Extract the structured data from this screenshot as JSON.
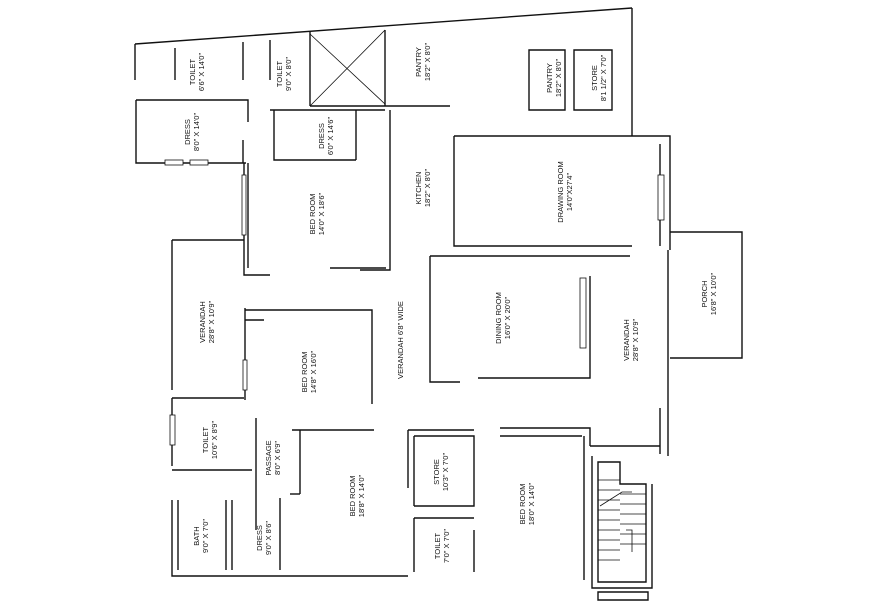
{
  "rooms": {
    "toilet_top_left": {
      "name": "TOILET",
      "size": "6'6\" X 14'0\""
    },
    "toilet_top_mid": {
      "name": "TOILET",
      "size": "9'0\" X 8'0\""
    },
    "pantry_top": {
      "name": "PANTRY",
      "size": "18'2\" X 8'0\""
    },
    "pantry_right": {
      "name": "PANTRY",
      "size": "18'2\" X 8'0\""
    },
    "store_top_right": {
      "name": "STORE",
      "size": "8'1 1/2\" X 7'0\""
    },
    "dress_top_left": {
      "name": "DRESS",
      "size": "8'0\" X 14'0\""
    },
    "dress_top_mid": {
      "name": "DRESS",
      "size": "6'0\" X 14'6\""
    },
    "kitchen": {
      "name": "KITCHEN",
      "size": "18'2\" X 8'0\""
    },
    "drawing_room": {
      "name": "DRAWING ROOM",
      "size": "14'0\"X27'4\""
    },
    "bed_room_top": {
      "name": "BED ROOM",
      "size": "14'0\" X 18'6\""
    },
    "verandah_left": {
      "name": "VERANDAH",
      "size": "28'8\" X 10'9\""
    },
    "verandah_center": {
      "name": "VERANDAH 6'8\" WIDE",
      "size": ""
    },
    "porch": {
      "name": "PORCH",
      "size": "16'8\" X 10'0\""
    },
    "dining_room": {
      "name": "DINING ROOM",
      "size": "16'0\" X 20'0\""
    },
    "verandah_right": {
      "name": "VERANDAH",
      "size": "28'8\" X 10'9\""
    },
    "bed_room_mid": {
      "name": "BED ROOM",
      "size": "14'8\" X 16'0\""
    },
    "toilet_left": {
      "name": "TOILET",
      "size": "10'6\" X 8'9\""
    },
    "passage": {
      "name": "PASSAGE",
      "size": "8'0\" X 6'9\""
    },
    "store_bottom": {
      "name": "STORE",
      "size": "10'3\" X 7'0\""
    },
    "bed_room_bottom_left": {
      "name": "BED ROOM",
      "size": "18'8\" X 14'0\""
    },
    "bed_room_bottom_right": {
      "name": "BED ROOM",
      "size": "18'0\" X 14'0\""
    },
    "bath": {
      "name": "BATH",
      "size": "9'0\" X 7'0\""
    },
    "dress_bottom": {
      "name": "DRESS",
      "size": "9'0\" X 8'6\""
    },
    "toilet_bottom": {
      "name": "TOILET",
      "size": "7'0\" X 7'0\""
    }
  }
}
